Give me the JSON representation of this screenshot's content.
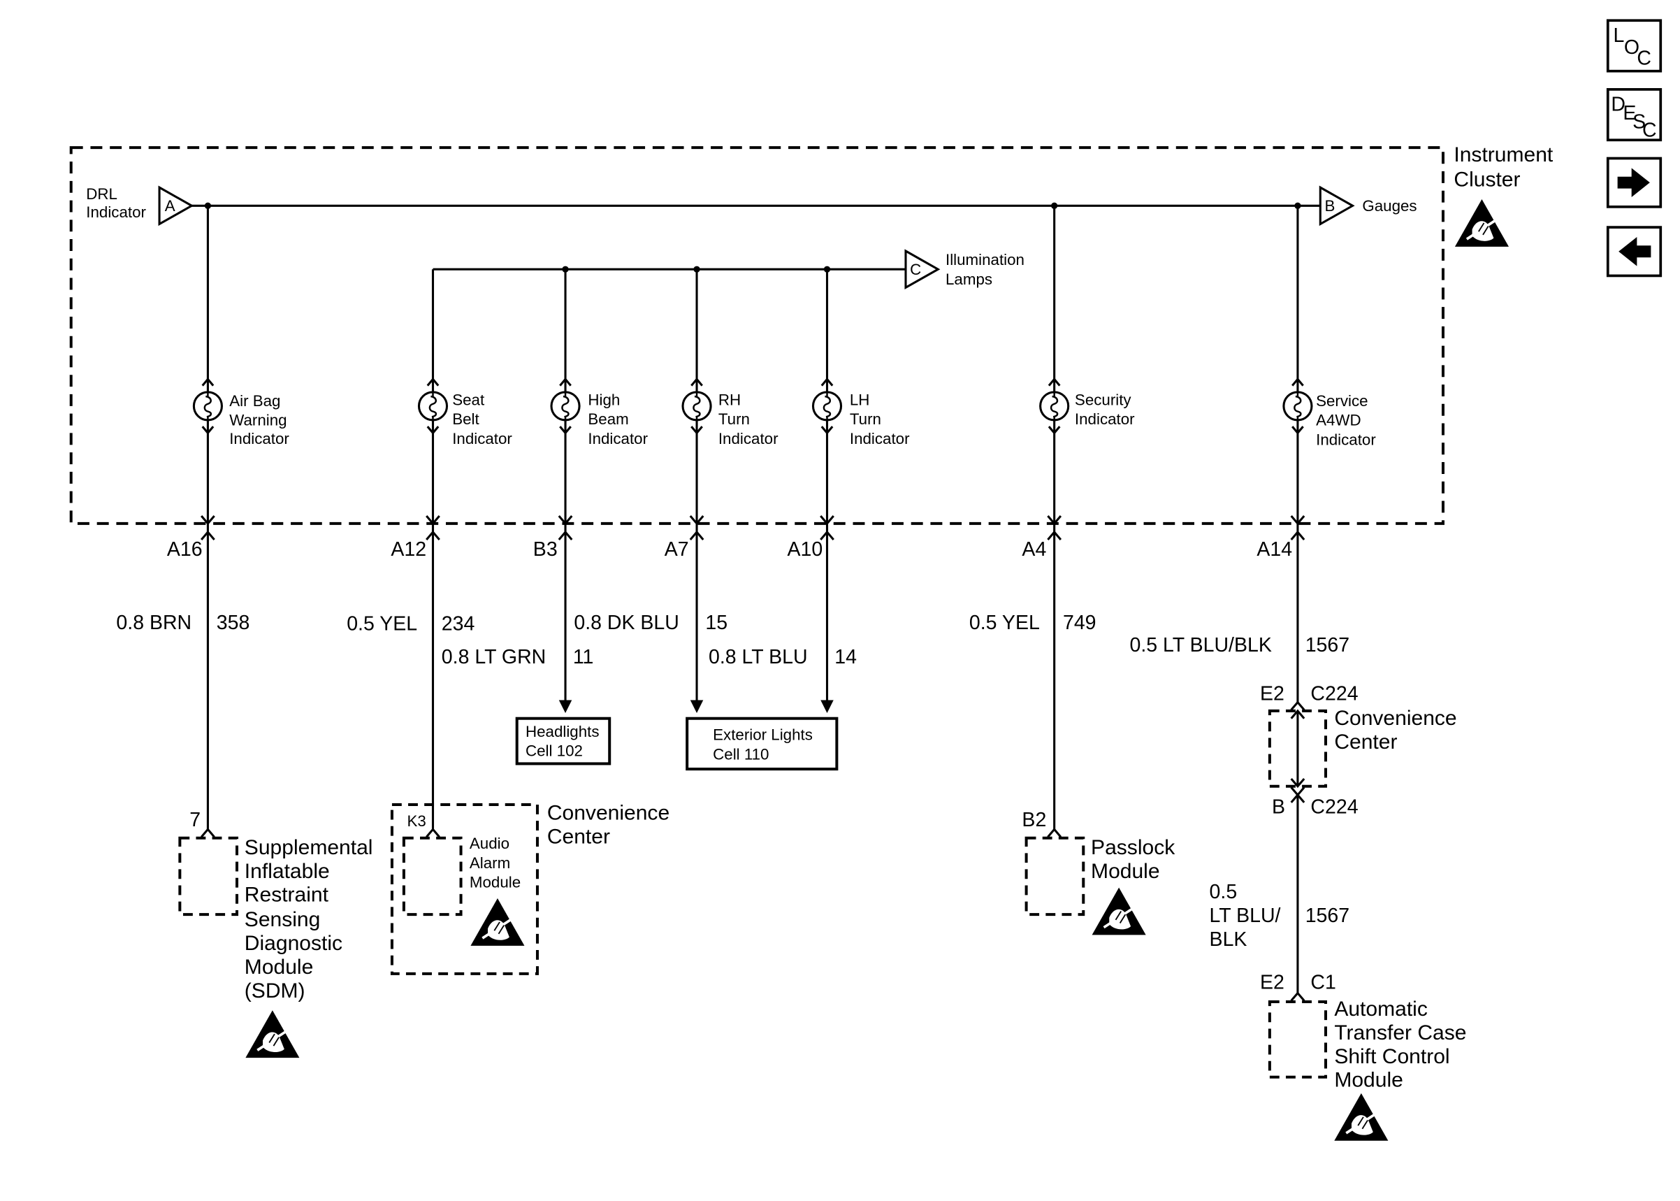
{
  "nav": {
    "loc": {
      "l1": "L",
      "l2": "O",
      "l3": "C"
    },
    "desc": {
      "l1": "D",
      "l2": "E",
      "l3": "S",
      "l4": "C"
    },
    "next_icon": "right-arrow-icon",
    "prev_icon": "left-arrow-icon"
  },
  "cluster": {
    "title_line1": "Instrument",
    "title_line2": "Cluster",
    "drl_line1": "DRL",
    "drl_line2": "Indicator",
    "conn_a": "A",
    "conn_b": "B",
    "conn_c": "C",
    "gauges": "Gauges",
    "illum_line1": "Illumination",
    "illum_line2": "Lamps"
  },
  "indicators": [
    {
      "l1": "Air Bag",
      "l2": "Warning",
      "l3": "Indicator"
    },
    {
      "l1": "Seat",
      "l2": "Belt",
      "l3": "Indicator"
    },
    {
      "l1": "High",
      "l2": "Beam",
      "l3": "Indicator"
    },
    {
      "l1": "RH",
      "l2": "Turn",
      "l3": "Indicator"
    },
    {
      "l1": "LH",
      "l2": "Turn",
      "l3": "Indicator"
    },
    {
      "l1": "Security",
      "l2": "Indicator"
    },
    {
      "l1": "Service",
      "l2": "A4WD",
      "l3": "Indicator"
    }
  ],
  "pins": [
    "A16",
    "A12",
    "B3",
    "A7",
    "A10",
    "A4",
    "A14"
  ],
  "wires": [
    {
      "size_color": "0.8 BRN",
      "circuit": "358"
    },
    {
      "size_color": "0.5 YEL",
      "circuit": "234"
    },
    {
      "size_color": "0.8 LT GRN",
      "circuit": "11"
    },
    {
      "size_color": "0.8 DK BLU",
      "circuit": "15"
    },
    {
      "size_color": "0.8 LT BLU",
      "circuit": "14"
    },
    {
      "size_color": "0.5 YEL",
      "circuit": "749"
    },
    {
      "size_color": "0.5 LT BLU/BLK",
      "circuit": "1567"
    }
  ],
  "refs": {
    "headlights_l1": "Headlights",
    "headlights_l2": "Cell 102",
    "exterior_l1": "Exterior Lights",
    "exterior_l2": "Cell 110"
  },
  "sdm": {
    "pin": "7",
    "l1": "Supplemental",
    "l2": "Inflatable",
    "l3": "Restraint",
    "l4": "Sensing",
    "l5": "Diagnostic",
    "l6": "Module",
    "l7": "(SDM)"
  },
  "conv_audio": {
    "pin": "K3",
    "audio_l1": "Audio",
    "audio_l2": "Alarm",
    "audio_l3": "Module",
    "conv_l1": "Convenience",
    "conv_l2": "Center"
  },
  "passlock": {
    "pin": "B2",
    "l1": "Passlock",
    "l2": "Module"
  },
  "c224": {
    "top_pin": "E2",
    "top_conn": "C224",
    "conv_l1": "Convenience",
    "conv_l2": "Center",
    "bot_pin": "B",
    "bot_conn": "C224"
  },
  "lower_wire": {
    "l1": "0.5",
    "l2": "LT BLU/",
    "l3": "BLK",
    "circuit": "1567"
  },
  "atc": {
    "pin": "E2",
    "conn": "C1",
    "l1": "Automatic",
    "l2": "Transfer Case",
    "l3": "Shift Control",
    "l4": "Module"
  },
  "esd_icon": "esd-sensitive-icon"
}
